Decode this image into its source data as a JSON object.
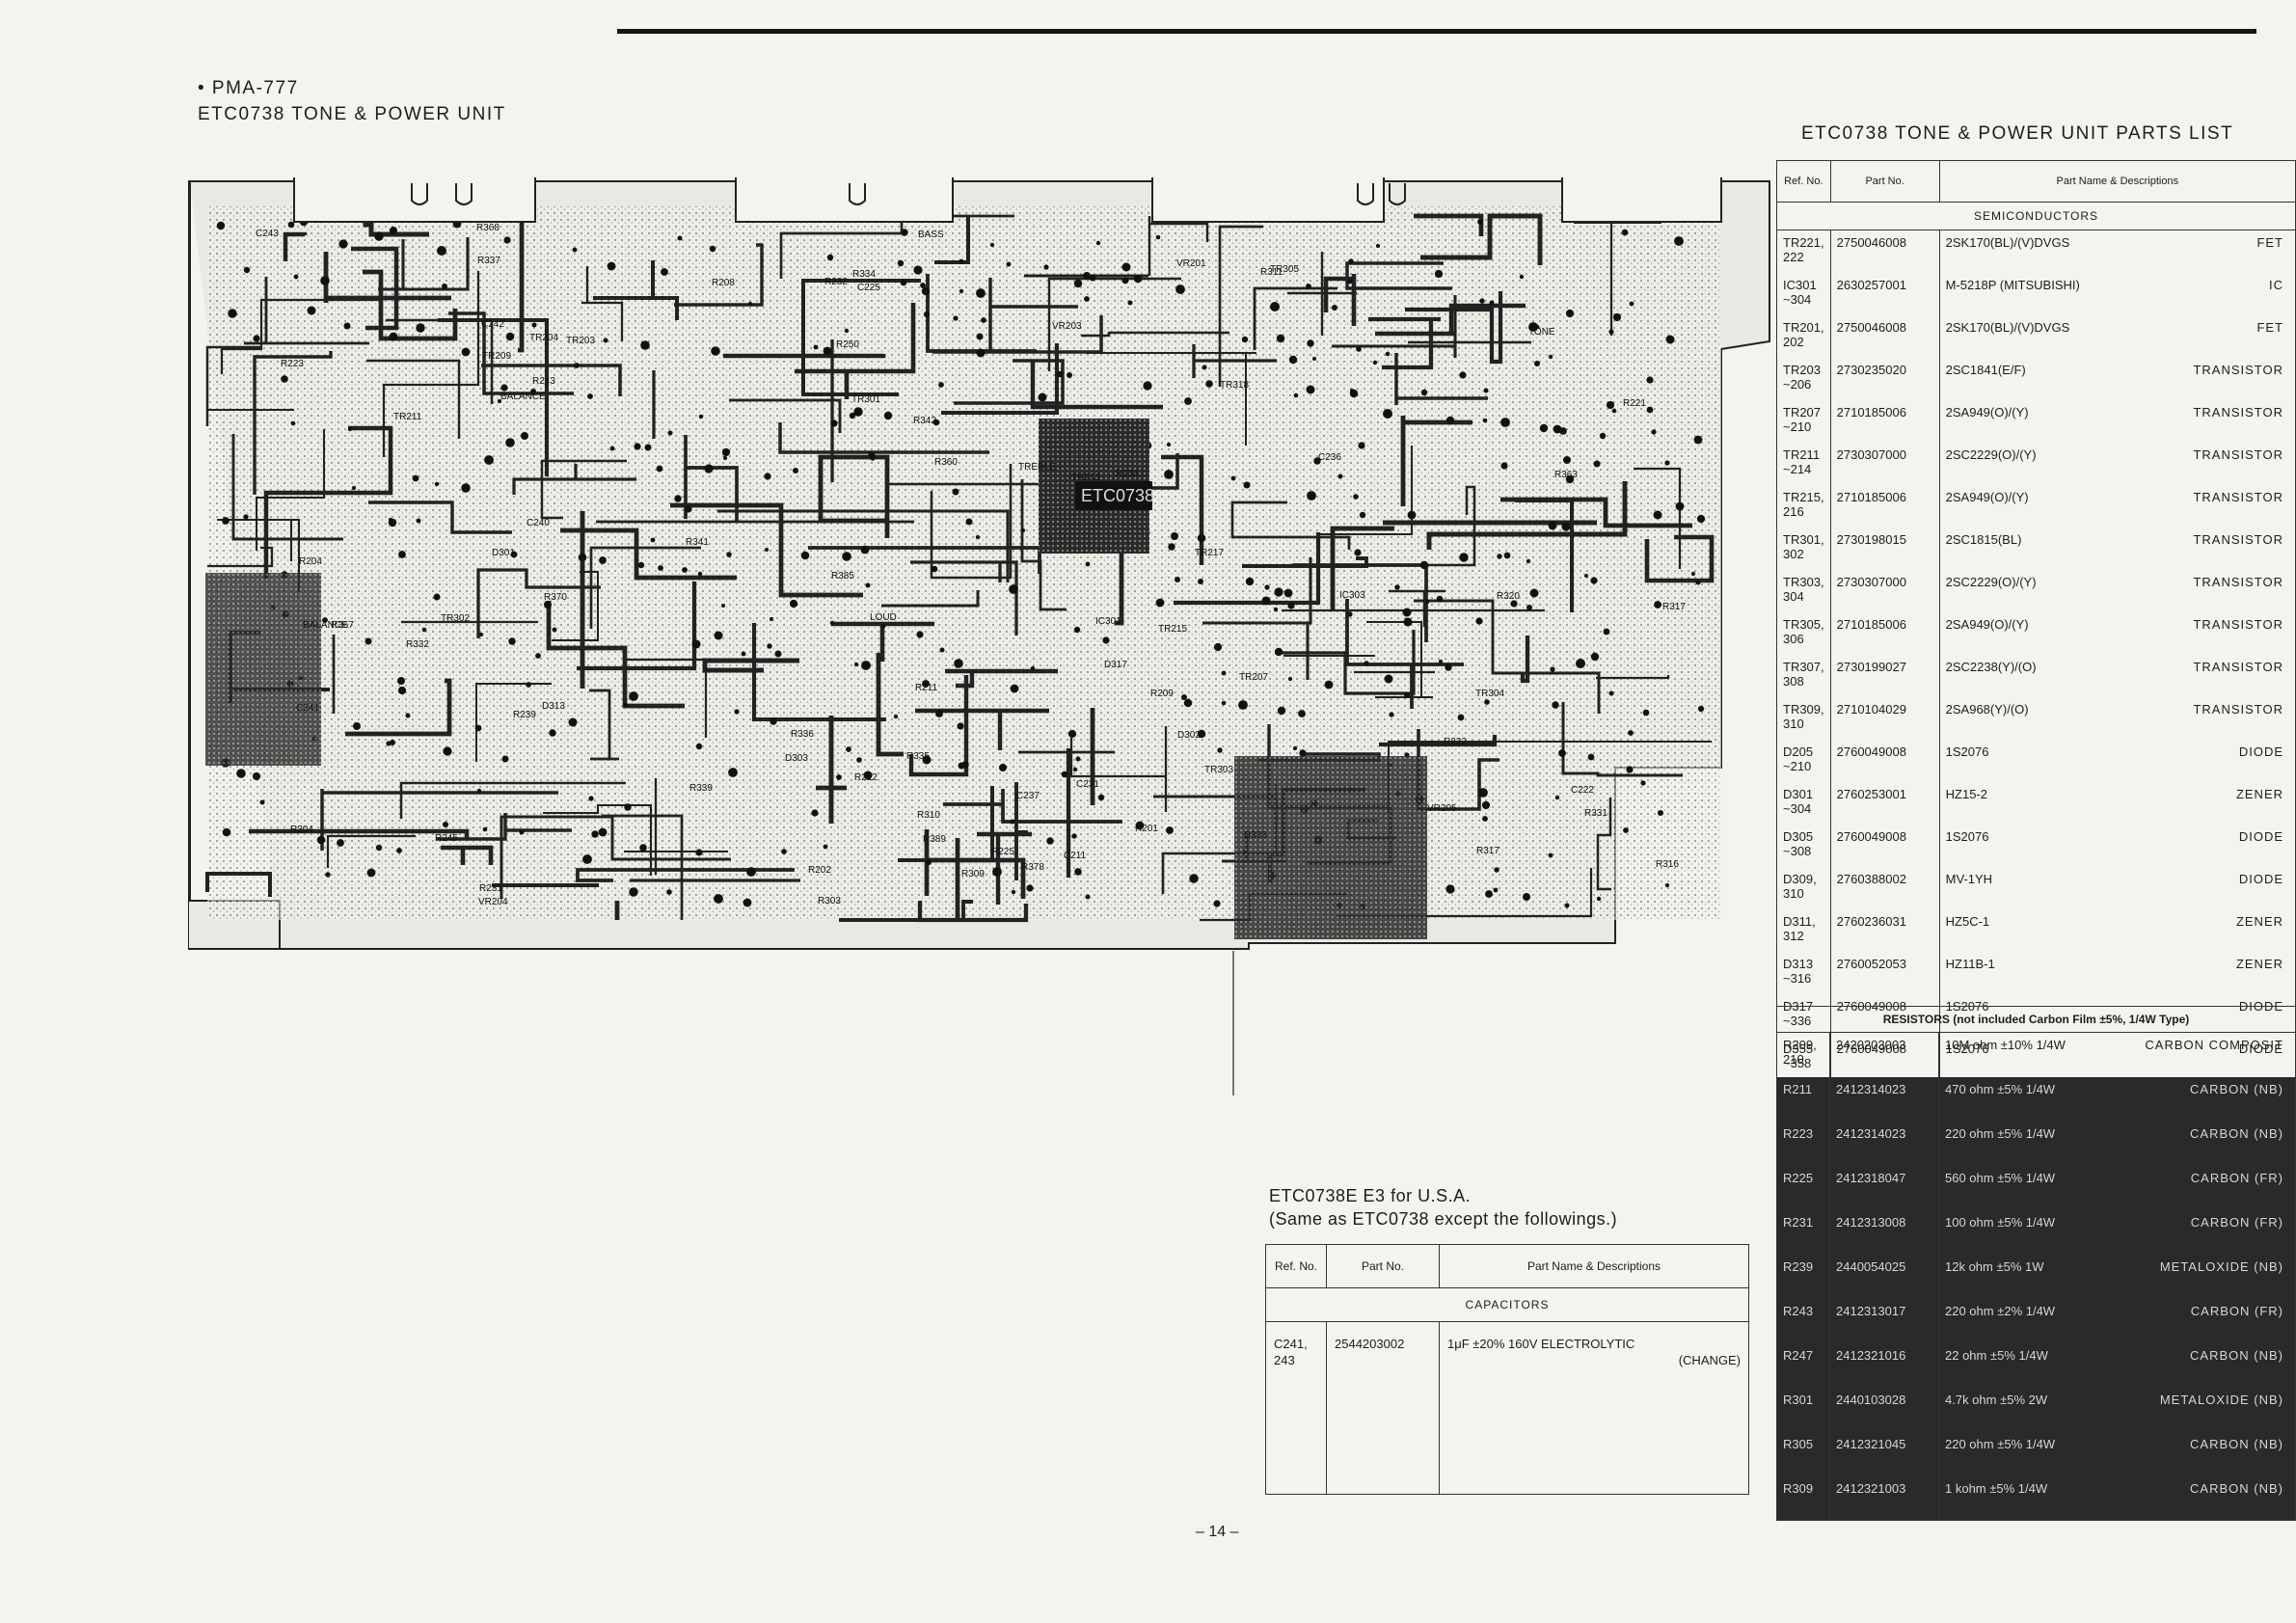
{
  "header": {
    "model": "• PMA-777",
    "unit_title": "ETC0738 TONE & POWER UNIT"
  },
  "pcb": {
    "board_label": "ETC0738",
    "labels": [
      "TR318",
      "R385",
      "TR301",
      "R389",
      "R368",
      "R367",
      "R360",
      "R363",
      "TR302",
      "R304",
      "R316",
      "R317",
      "R310",
      "R311",
      "R331",
      "R332",
      "R334",
      "R339",
      "R341",
      "R342",
      "R335",
      "R336",
      "R337",
      "TR305",
      "TR303",
      "TR304",
      "R303",
      "R309",
      "R320",
      "R317",
      "R370",
      "R378",
      "R250",
      "R245",
      "R243",
      "R232",
      "R234",
      "R239",
      "R231",
      "R221",
      "R222",
      "R223",
      "R225",
      "R211",
      "R208",
      "R209",
      "R212",
      "R202",
      "R201",
      "R204",
      "VR203",
      "VR205",
      "VR201",
      "VR204",
      "C211",
      "C231",
      "C237",
      "C240",
      "C242",
      "C243",
      "C241",
      "C236",
      "C222",
      "C225",
      "D302",
      "D317",
      "D333",
      "D313",
      "D303",
      "D301",
      "IC303",
      "IC301",
      "TR204",
      "TR215",
      "TR213",
      "TR211",
      "TR209",
      "TR217",
      "TR203",
      "TR207",
      "BALANCE",
      "TONE",
      "TREBLE",
      "BASS",
      "LOUD",
      "BALANCE"
    ]
  },
  "parts_list": {
    "title": "ETC0738 TONE & POWER UNIT PARTS LIST",
    "headers": {
      "ref": "Ref. No.",
      "part_no": "Part No.",
      "name": "Part Name & Descriptions"
    },
    "semiconductors_label": "SEMICONDUCTORS",
    "semiconductors": [
      {
        "ref": "TR221, 222",
        "part_no": "2750046008",
        "name": "2SK170(BL)/(V)DVGS",
        "type": "FET"
      },
      {
        "ref": "IC301 ~304",
        "part_no": "2630257001",
        "name": "M-5218P (MITSUBISHI)",
        "type": "IC"
      },
      {
        "ref": "TR201, 202",
        "part_no": "2750046008",
        "name": "2SK170(BL)/(V)DVGS",
        "type": "FET"
      },
      {
        "ref": "TR203 ~206",
        "part_no": "2730235020",
        "name": "2SC1841(E/F)",
        "type": "TRANSISTOR"
      },
      {
        "ref": "TR207 ~210",
        "part_no": "2710185006",
        "name": "2SA949(O)/(Y)",
        "type": "TRANSISTOR"
      },
      {
        "ref": "TR211 ~214",
        "part_no": "2730307000",
        "name": "2SC2229(O)/(Y)",
        "type": "TRANSISTOR"
      },
      {
        "ref": "TR215, 216",
        "part_no": "2710185006",
        "name": "2SA949(O)/(Y)",
        "type": "TRANSISTOR"
      },
      {
        "ref": "TR301, 302",
        "part_no": "2730198015",
        "name": "2SC1815(BL)",
        "type": "TRANSISTOR"
      },
      {
        "ref": "TR303, 304",
        "part_no": "2730307000",
        "name": "2SC2229(O)/(Y)",
        "type": "TRANSISTOR"
      },
      {
        "ref": "TR305, 306",
        "part_no": "2710185006",
        "name": "2SA949(O)/(Y)",
        "type": "TRANSISTOR"
      },
      {
        "ref": "TR307, 308",
        "part_no": "2730199027",
        "name": "2SC2238(Y)/(O)",
        "type": "TRANSISTOR"
      },
      {
        "ref": "TR309, 310",
        "part_no": "2710104029",
        "name": "2SA968(Y)/(O)",
        "type": "TRANSISTOR"
      },
      {
        "ref": "D205 ~210",
        "part_no": "2760049008",
        "name": "1S2076",
        "type": "DIODE"
      },
      {
        "ref": "D301 ~304",
        "part_no": "2760253001",
        "name": "HZ15-2",
        "type": "ZENER"
      },
      {
        "ref": "D305 ~308",
        "part_no": "2760049008",
        "name": "1S2076",
        "type": "DIODE"
      },
      {
        "ref": "D309, 310",
        "part_no": "2760388002",
        "name": "MV-1YH",
        "type": "DIODE"
      },
      {
        "ref": "D311, 312",
        "part_no": "2760236031",
        "name": "HZ5C-1",
        "type": "ZENER"
      },
      {
        "ref": "D313 ~316",
        "part_no": "2760052053",
        "name": "HZ11B-1",
        "type": "ZENER"
      },
      {
        "ref": "D317 ~336",
        "part_no": "2760049008",
        "name": "1S2076",
        "type": "DIODE"
      },
      {
        "ref": "D355 ~358",
        "part_no": "2760049008",
        "name": "1S2076",
        "type": "DIODE"
      }
    ],
    "resistors_label": "RESISTORS (not included Carbon Film ±5%, 1/4W Type)",
    "resistors": [
      {
        "ref": "R209, 210",
        "part_no": "2420203003",
        "name": "10M ohm ±10% 1/4W",
        "type": "CARBON COMPOSIT"
      }
    ],
    "resistors_dark": [
      {
        "ref": "R211",
        "part_no": "2412314023",
        "name": "470 ohm ±5% 1/4W",
        "type": "CARBON (NB)"
      },
      {
        "ref": "R223",
        "part_no": "2412314023",
        "name": "220 ohm ±5% 1/4W",
        "type": "CARBON (NB)"
      },
      {
        "ref": "R225",
        "part_no": "2412318047",
        "name": "560 ohm ±5% 1/4W",
        "type": "CARBON (FR)"
      },
      {
        "ref": "R231",
        "part_no": "2412313008",
        "name": "100 ohm ±5% 1/4W",
        "type": "CARBON (FR)"
      },
      {
        "ref": "R239",
        "part_no": "2440054025",
        "name": "12k ohm ±5% 1W",
        "type": "METALOXIDE (NB)"
      },
      {
        "ref": "R243",
        "part_no": "2412313017",
        "name": "220 ohm ±2% 1/4W",
        "type": "CARBON (FR)"
      },
      {
        "ref": "R247",
        "part_no": "2412321016",
        "name": "22 ohm ±5% 1/4W",
        "type": "CARBON (NB)"
      },
      {
        "ref": "R301",
        "part_no": "2440103028",
        "name": "4.7k ohm ±5% 2W",
        "type": "METALOXIDE (NB)"
      },
      {
        "ref": "R305",
        "part_no": "2412321045",
        "name": "220 ohm ±5% 1/4W",
        "type": "CARBON (NB)"
      },
      {
        "ref": "R309",
        "part_no": "2412321003",
        "name": "1 kohm ±5% 1/4W",
        "type": "CARBON (NB)"
      }
    ]
  },
  "e3": {
    "title": "ETC0738E  E3 for U.S.A.",
    "subtitle": "(Same as ETC0738 except the followings.)",
    "headers": {
      "ref": "Ref. No.",
      "part_no": "Part No.",
      "name": "Part Name & Descriptions"
    },
    "capacitors_label": "CAPACITORS",
    "rows": [
      {
        "ref": "C241, 243",
        "part_no": "2544203002",
        "name": "1μF  ±20% 160V ELECTROLYTIC",
        "note": "(CHANGE)"
      }
    ]
  },
  "page_number": "– 14 –"
}
